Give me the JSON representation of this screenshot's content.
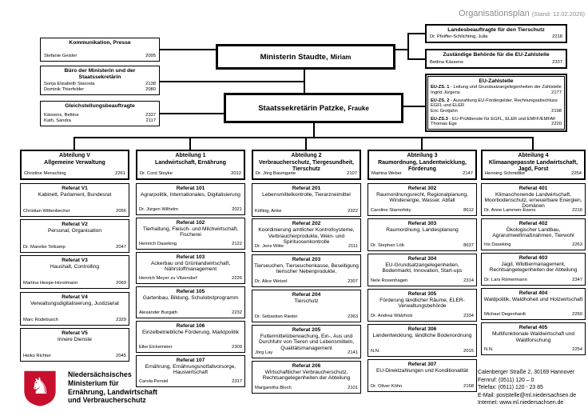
{
  "header": {
    "title": "Organisationsplan",
    "stand": "(Stand: 12.02.2026)"
  },
  "colors": {
    "shield_red": "#c8102e",
    "line_black": "#000000",
    "muted_header": "#8a8a8a"
  },
  "icons": {
    "saxon-steed-icon": "♞"
  },
  "center": {
    "ministerin": {
      "title": "Ministerin Staudte,",
      "suffix": "Miriam"
    },
    "staatssekretaerin": {
      "title": "Staatssekretärin Patzke,",
      "suffix": "Frauke"
    }
  },
  "left_boxes": [
    {
      "title": "Kommunikation, Presse",
      "people": [
        {
          "name": "Stefanie Geisler",
          "phone": "2095"
        }
      ]
    },
    {
      "title": "Büro der Ministerin und der Staatssekretärin",
      "people": [
        {
          "name": "Sonja Elisabeth Starosta",
          "phone": "2138"
        },
        {
          "name": "Dominik Thierfelder",
          "phone": "2080"
        }
      ]
    },
    {
      "title": "Gleichstellungsbeauftragte",
      "people": [
        {
          "name": "Kässens, Bettina",
          "phone": "2337"
        },
        {
          "name": "Kath, Sandra",
          "phone": "2117"
        }
      ]
    }
  ],
  "right_boxes": [
    {
      "title": "Landesbeauftragte für den Tierschutz",
      "people": [
        {
          "name": "Dr. Pfeiffer-Schlichting, Julia",
          "phone": "2218"
        }
      ]
    },
    {
      "title": "Zuständige Behörde für die EU-Zahlstelle",
      "people": [
        {
          "name": "Bettina Kässens",
          "phone": "2337"
        }
      ]
    }
  ],
  "eu_zahlstelle": {
    "title": "EU-Zahlstelle",
    "entries": [
      {
        "label": "EU-ZS. 1",
        "desc": "- Leitung und Grundsatzangelegenheiten der Zahlstelle",
        "name": "Ingrid Jürgens",
        "phone": "2177"
      },
      {
        "label": "EU-ZS. 2",
        "desc": "- Auszahlung EU-Fördergelder, Rechnungsabschluss EGFL und ELER",
        "name": "Eric Grotjahn",
        "phone": "2198"
      },
      {
        "label": "EU-ZS.3",
        "desc": "- EU-Prüfdienste für EGFL, ELER und EMFF/EMFAF",
        "name": "Thomas Ege",
        "phone": "2220"
      }
    ]
  },
  "departments": [
    {
      "title1": "Abteilung V",
      "title2": "Allgemeine Verwaltung",
      "head": "Christine Mensching",
      "phone": "2261",
      "referate": [
        {
          "title": "Referat V1",
          "desc": "Kabinett, Parlament, Bundesrat",
          "name": "Christian Wittenbecher",
          "phone": "2056"
        },
        {
          "title": "Referat V2",
          "desc": "Personal, Organisation",
          "name": "Dr. Mareike Telkamp",
          "phone": "2047"
        },
        {
          "title": "Referat V3",
          "desc": "Haushalt, Controlling",
          "name": "Martina Heepe-Horstmann",
          "phone": "2069"
        },
        {
          "title": "Referat V4",
          "desc": "Verwaltungsdigitalisierung, Justiziariat",
          "name": "Marc Rüdebusch",
          "phone": "2329"
        },
        {
          "title": "Referat V5",
          "desc": "Innere Dienste",
          "name": "Heiko Richter",
          "phone": "2045"
        }
      ]
    },
    {
      "title1": "Abteilung 1",
      "title2": "Landwirtschaft, Ernährung",
      "head": "Dr. Cord Stoyke",
      "phone": "2012",
      "referate": [
        {
          "title": "Referat 101",
          "desc": "Agrarpolitik, Internationales, Digitalisierung",
          "name": "Dr. Jürgen Wilhelm",
          "phone": "2021"
        },
        {
          "title": "Referat 102",
          "desc": "Tierhaltung, Fleisch- und Milchwirtschaft, Fischerei",
          "name": "Heinrich Daseking",
          "phone": "2122"
        },
        {
          "title": "Referat 103",
          "desc": "Ackerbau und Grünlandwirtschaft, Nährstoffmanagement",
          "name": "Henrich Meyer zu Vilsendorf",
          "phone": "2226"
        },
        {
          "title": "Referat 105",
          "desc": "Gartenbau, Bildung, Schulobstprogramm",
          "name": "Alexander Burgath",
          "phone": "2232"
        },
        {
          "title": "Referat 106",
          "desc": "Einzelbetriebliche Förderung, Marktpolitik",
          "name": "Elke Eickemeier",
          "phone": "2309"
        },
        {
          "title": "Referat 107",
          "desc": "Ernährung, Ernährungsnotfallvorsorge, Hauswirtschaft",
          "name": "Carola Persiel",
          "phone": "2317"
        }
      ]
    },
    {
      "title1": "Abteilung 2",
      "title2": "Verbraucherschutz, Tiergesundheit, Tierschutz",
      "head": "Dr. Jörg Baumgarte",
      "phone": "2107",
      "referate": [
        {
          "title": "Referat 201",
          "desc": "Lebensmittelkontrolle, Tierarzneimittel",
          "name": "Kölling, Anke",
          "phone": "2322"
        },
        {
          "title": "Referat 202",
          "desc": "Koordinierung amtlicher Kontrollsysteme, Verbraucherprodukte, Wein- und Spirituosenkontrolle",
          "name": "Dr. Jens Witte",
          "phone": "2111"
        },
        {
          "title": "Referat 203",
          "desc": "Tierseuchen, Tierseuchenkasse, Beseitigung tierischer Nebenprodukte,",
          "name": "Dr. Alice Wetzel",
          "phone": "2307"
        },
        {
          "title": "Referat 204",
          "desc": "Tierschutz",
          "name": "Dr. Sebastian Rieder",
          "phone": "2363"
        },
        {
          "title": "Referat 205",
          "desc": "Futtermittelüberwachung, Ein-, Aus und Durchfuhr von Tieren und Lebensmitteln, Qualitätsmanagement",
          "name": "Jörg Lay",
          "phone": "2141"
        },
        {
          "title": "Referat 206",
          "desc": "Wirtschaftlicher Verbraucherschutz, Rechtsangelegenheiten der Abteilung",
          "name": "Margaretha Bloch",
          "phone": "2101"
        }
      ]
    },
    {
      "title1": "Abteilung 3",
      "title2": "Raumordnung, Landentwicklung, Förderung",
      "head": "Martina Weber",
      "phone": "2147",
      "referate": [
        {
          "title": "Referat 302",
          "desc": "Raumordnungsrecht, Regionalplanung, Windenergie, Wasser, Abfall",
          "name": "Caroline Starnofsky",
          "phone": "8612"
        },
        {
          "title": "Referat 303",
          "desc": "Raumordnung, Landesplanung",
          "name": "Dr. Stephan Löb",
          "phone": "8637"
        },
        {
          "title": "Referat 304",
          "desc": "EU-Grundsatzangelegenheiten, Bodenmarkt, Innovation, Start-ups",
          "name": "Nele Rosenhagen",
          "phone": "2314"
        },
        {
          "title": "Referat 305",
          "desc": "Förderung ländlicher Räume, ELER-Verwaltungsbehörde",
          "name": "Dr. Andrea Wälzholz",
          "phone": "2334"
        },
        {
          "title": "Referat 306",
          "desc": "Landentwicklung, ländliche Bodenordnung",
          "name": "N.N.",
          "phone": "2015"
        },
        {
          "title": "Referat 307",
          "desc": "EU-Direktzahlungen und Konditionalität",
          "name": "Dr. Oliver Köhn",
          "phone": "2168"
        }
      ]
    },
    {
      "title1": "Abteilung 4",
      "title2": "Klimaangepasste Landwirtschaft, Jagd, Forst",
      "head": "Henning Schmidtke",
      "phone": "2254",
      "referate": [
        {
          "title": "Referat 401",
          "desc": "Klimaschonende Landwirtschaft, Moorbodenschutz, erneuerbare Energien, Domänen",
          "name": "Dr. Anne Lammen-Ewers",
          "phone": "2216"
        },
        {
          "title": "Referat 402",
          "desc": "Ökologischer Landbau, Agrarumweltmaßnahmen, Tierwohl",
          "name": "Iris Daseking",
          "phone": "2263"
        },
        {
          "title": "Referat 403",
          "desc": "Jagd, Wildtiermanagement, Rechtsangelegenheiten der Abteilung",
          "name": "Dr. Lars Römermann",
          "phone": "2347"
        },
        {
          "title": "Referat 404",
          "desc": "Waldpolitik, Waldhoheit und Holzwirtschaft",
          "name": "Michael Degenhardt",
          "phone": "2250"
        },
        {
          "title": "Referat 405",
          "desc": "Multifunktionale Waldwirtschaft und Waldforschung",
          "name": "N.N.",
          "phone": "2254"
        }
      ]
    }
  ],
  "footer": {
    "ministry_lines": [
      "Niedersächsisches",
      "Ministerium für",
      "Ernährung, Landwirtschaft",
      "und Verbraucherschutz"
    ],
    "contact_lines": [
      "Calenberger Straße 2, 30169 Hannover",
      "Fernruf: (0511) 120 – 0",
      "Telefax: (0511) 120 - 23 85",
      "E-Mail: poststelle@ml.niedersachsen.de",
      "Internet: www.ml.niedersachsen.de"
    ]
  }
}
